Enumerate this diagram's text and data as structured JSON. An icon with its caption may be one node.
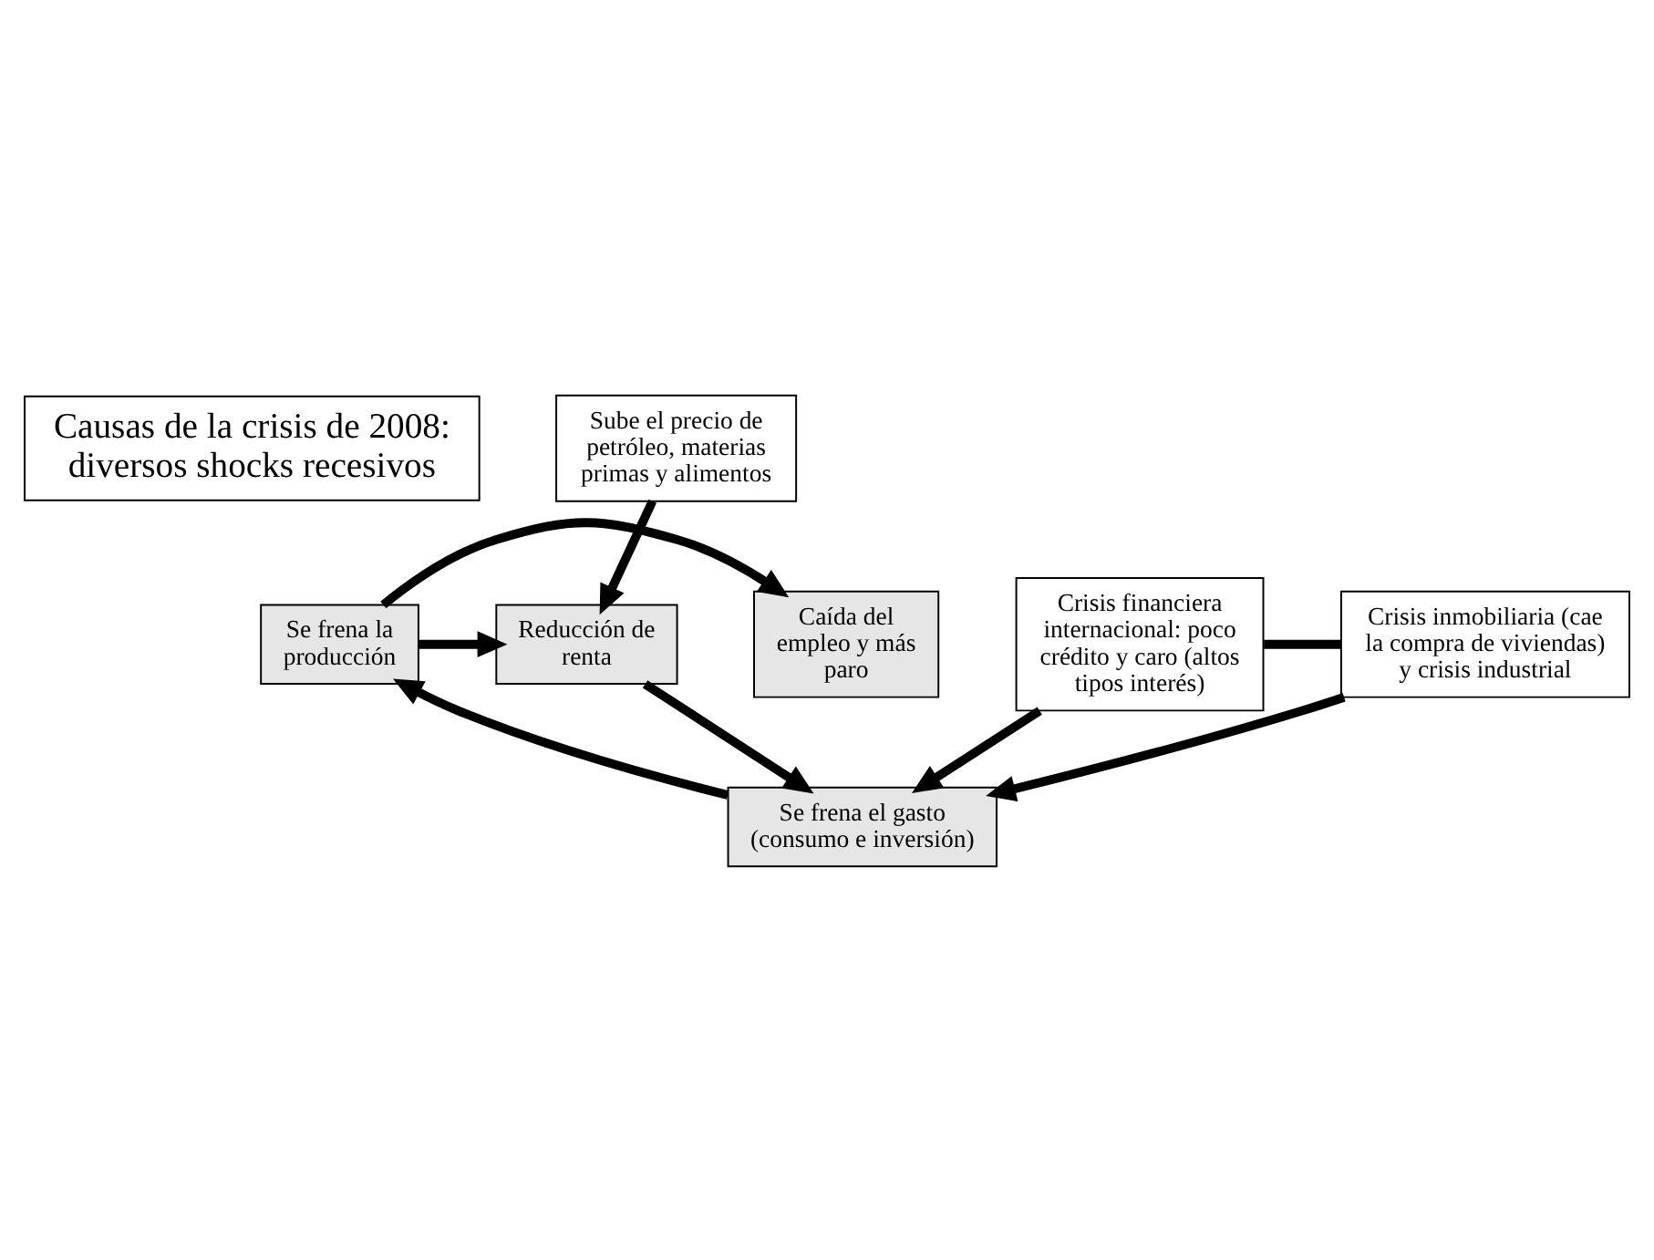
{
  "diagram": {
    "nodes": [
      {
        "text": [
          "Causas de la crisis de 2008: diversos shocks recesivos"
        ]
      },
      {
        "text": [
          "Sube el precio de petróleo, materias primas y alimentos"
        ]
      },
      {
        "text": [
          "Caída del empleo y más paro"
        ]
      },
      {
        "text": [
          "Se frena la producción"
        ]
      },
      {
        "text": [
          "Reducción de renta"
        ]
      },
      {
        "text": [
          "Se frena el gasto (consumo e inversión)"
        ]
      },
      {
        "text": [
          "Crisis financiera internacional: poco crédito y caro (altos tipos interés)"
        ]
      },
      {
        "text": [
          "Crisis inmobiliaria (cae la compra de viviendas) y crisis industrial"
        ]
      }
    ],
    "edges": [
      {
        "from": 1,
        "to": 4,
        "arrow": "to"
      },
      {
        "from": 3,
        "to": 2,
        "arrow": "to"
      },
      {
        "from": 3,
        "to": 4,
        "arrow": "to"
      },
      {
        "from": 4,
        "to": 5,
        "arrow": "to"
      },
      {
        "from": 5,
        "to": 3,
        "arrow": "to"
      },
      {
        "from": 6,
        "to": 5,
        "arrow": "to"
      },
      {
        "from": 7,
        "to": 5,
        "arrow": "to"
      },
      {
        "from": 6,
        "to": 7,
        "arrow": "none"
      }
    ]
  }
}
